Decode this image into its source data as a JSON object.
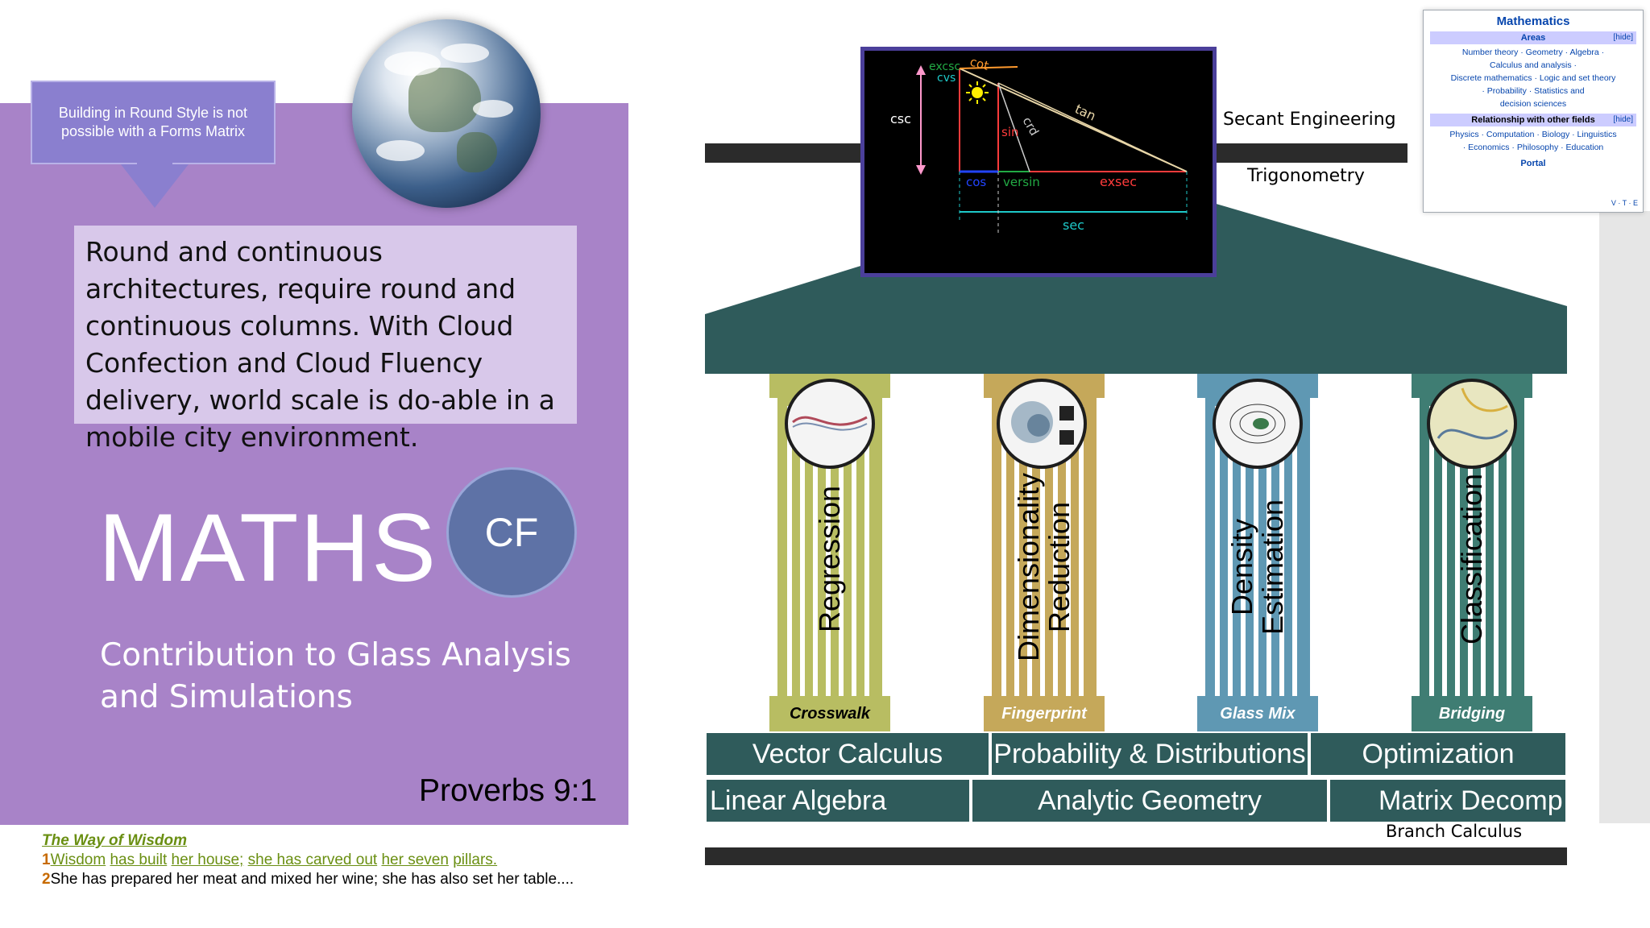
{
  "callout": {
    "text": "Building in Round Style is not possible with a Forms Matrix"
  },
  "quote": {
    "text": "Round and continuous architectures, require round and continuous columns.  With Cloud Confection and Cloud Fluency delivery, world scale is do-able in a mobile city environment."
  },
  "title": "MATHS",
  "badge": "CF",
  "subtitle": "Contribution to Glass Analysis and Simulations",
  "reference": "Proverbs 9:1",
  "verse": {
    "title": "The Way of Wisdom",
    "line1_num": "1",
    "line1_words": [
      "Wisdom",
      "has built",
      "her house;",
      "she has carved out",
      "her seven",
      "pillars."
    ],
    "line2_num": "2",
    "line2_text": "She has prepared her meat and mixed her wine; she has also set her table...."
  },
  "temple": {
    "secant_label": "Secant Engineering",
    "trig_label": "Trigonometry",
    "trig_diagram": {
      "labels": [
        "excsc",
        "cvs",
        "cot",
        "csc",
        "crd",
        "tan",
        "sin",
        "cos",
        "versin",
        "exsec",
        "sec"
      ]
    },
    "columns": [
      {
        "label": "Regression",
        "base": "Crosswalk",
        "color": "#b8bd62",
        "base_color": "#000000"
      },
      {
        "label": "Dimensionality Reduction",
        "base": "Fingerprint",
        "color": "#c5a85a",
        "base_color": "#ffffff"
      },
      {
        "label": "Density Estimation",
        "base": "Glass Mix",
        "color": "#5f98b3",
        "base_color": "#ffffff"
      },
      {
        "label": "Classification",
        "base": "Bridging",
        "color": "#3f7d73",
        "base_color": "#ffffff"
      }
    ],
    "bands_top": [
      "Vector Calculus",
      "Probability & Distributions",
      "Optimization"
    ],
    "bands_bottom": [
      "Linear Algebra",
      "Analytic Geometry",
      "Matrix Decomp"
    ],
    "branch": "Branch Calculus"
  },
  "navbox": {
    "title": "Mathematics",
    "areas_heading": "Areas",
    "hide1": "[hide]",
    "areas_lines": [
      "Number theory · Geometry · Algebra ·",
      "Calculus and analysis ·",
      "Discrete mathematics · Logic and set theory",
      "· Probability · Statistics and",
      "decision sciences"
    ],
    "relations_heading": "Relationship with other fields",
    "hide2": "[hide]",
    "relations_lines": [
      "Physics · Computation · Biology · Linguistics",
      "· Economics · Philosophy · Education"
    ],
    "portal": "Portal",
    "vte": "V · T · E"
  },
  "colors": {
    "panel": "#a883c8",
    "callout": "#8a7fcf",
    "badge": "#5e72a6",
    "temple_roof": "#2f5b5b"
  }
}
